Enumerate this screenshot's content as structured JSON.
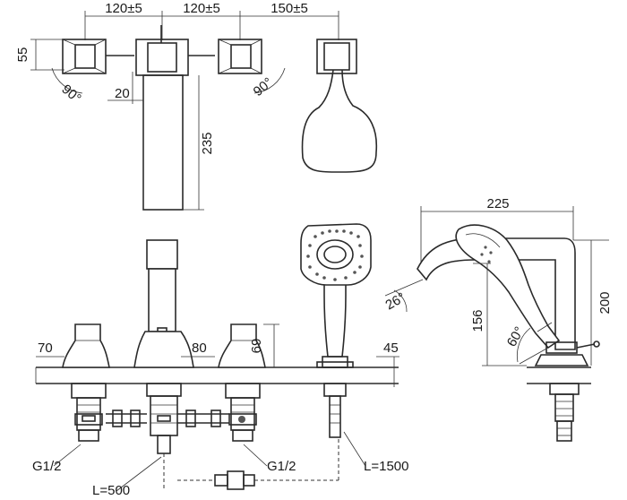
{
  "top_view": {
    "dim_spacing_1": "120±5",
    "dim_spacing_2": "120±5",
    "dim_spacing_3": "150±5",
    "dim_handle_depth": "55",
    "dim_spout_width": "20",
    "dim_spout_length": "235",
    "angle_left": "90°",
    "angle_right": "90°"
  },
  "front_view": {
    "dim_left_handle": "70",
    "dim_spout_base": "80",
    "dim_handle_height": "69",
    "dim_deck": "45",
    "conn_left": "G1/2",
    "conn_right": "G1/2",
    "hose_spout": "L=500",
    "hose_shower": "L=1500"
  },
  "side_view": {
    "dim_spout_reach": "225",
    "dim_spout_height": "200",
    "dim_holder_height": "156",
    "angle_spout": "26°",
    "angle_holder": "60°"
  }
}
